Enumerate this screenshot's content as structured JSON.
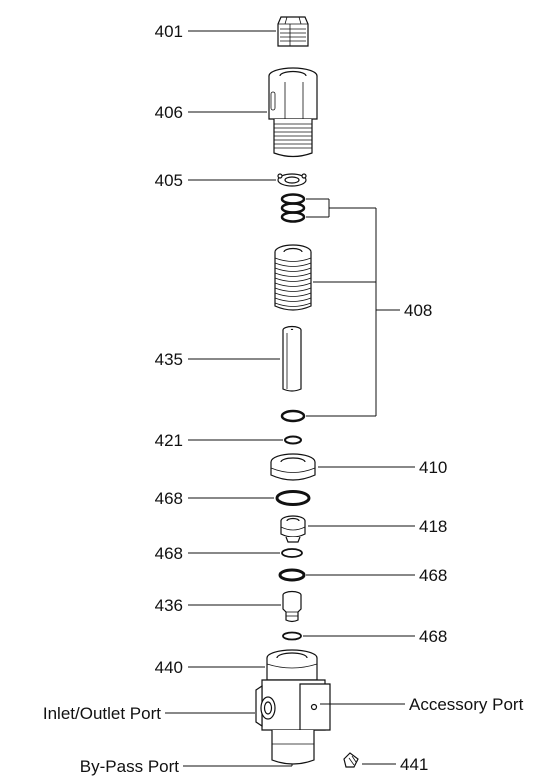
{
  "parts": {
    "p401": "401",
    "p406": "406",
    "p405": "405",
    "p408": "408",
    "p435": "435",
    "p421": "421",
    "p410": "410",
    "p468a": "468",
    "p418": "418",
    "p468b": "468",
    "p468c": "468",
    "p436": "436",
    "p468d": "468",
    "p440": "440",
    "p441": "441"
  },
  "ports": {
    "inlet_outlet": "Inlet/Outlet Port",
    "accessory": "Accessory Port",
    "bypass": "By-Pass Port"
  }
}
